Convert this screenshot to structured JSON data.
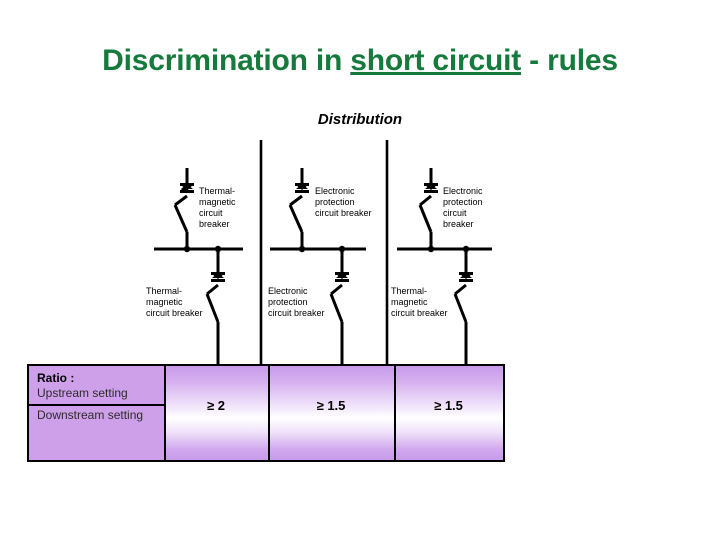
{
  "slide": {
    "title_prefix": "Discrimination in ",
    "title_underlined": "short circuit",
    "title_suffix": " - rules",
    "title_color": "#167a3c",
    "caption": "Distribution"
  },
  "diagram": {
    "columns": [
      {
        "upstream_breaker": {
          "type": "thermal-magnetic",
          "label": "Thermal-\nmagnetic\ncircuit\nbreaker",
          "label_side": "right"
        },
        "downstream_breaker": {
          "type": "thermal-magnetic",
          "label": "Thermal-\nmagnetic\ncircuit breaker",
          "label_side": "left"
        },
        "ratio_value": "≥ 2"
      },
      {
        "upstream_breaker": {
          "type": "electronic",
          "label": "Electronic\nprotection\ncircuit breaker",
          "label_side": "right"
        },
        "downstream_breaker": {
          "type": "electronic",
          "label": "Electronic\nprotection\ncircuit breaker",
          "label_side": "left"
        },
        "ratio_value": "≥ 1.5"
      },
      {
        "upstream_breaker": {
          "type": "electronic",
          "label": "Electronic\nprotection\ncircuit\nbreaker",
          "label_side": "right"
        },
        "downstream_breaker": {
          "type": "thermal-magnetic",
          "label": "Thermal-\nmagnetic\ncircuit breaker",
          "label_side": "left"
        },
        "ratio_value": "≥ 1.5"
      }
    ]
  },
  "ratio_table": {
    "title": "Ratio :",
    "numerator": "Upstream setting",
    "denominator": "Downstream setting",
    "values": [
      "≥ 2",
      "≥ 1.5",
      "≥ 1.5"
    ],
    "fill_color": "#cfa0ea"
  }
}
